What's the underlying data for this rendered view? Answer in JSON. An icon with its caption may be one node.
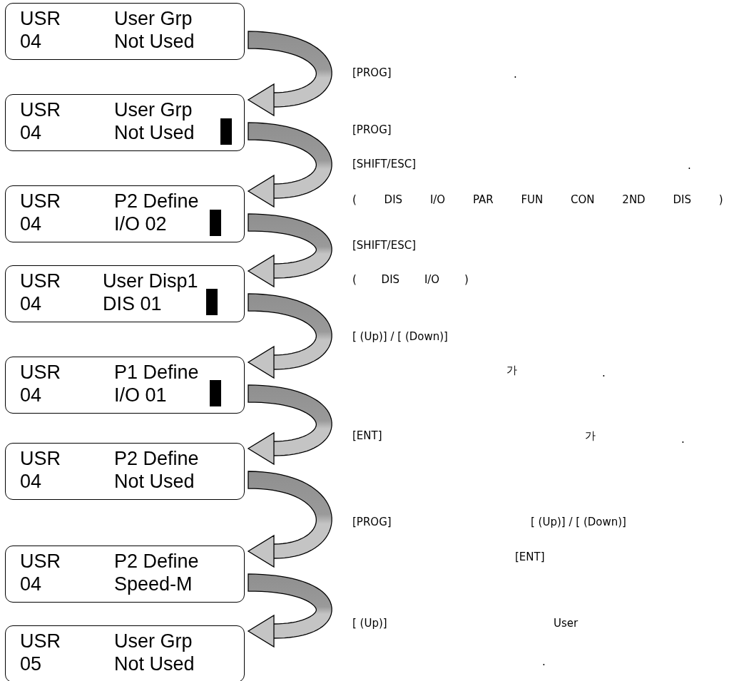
{
  "diagram": {
    "nodes": [
      {
        "text": [
          "USR",
          "User Grp",
          "04",
          "Not Used"
        ]
      },
      {
        "text": [
          "USR",
          "User Grp",
          "04",
          "Not Used"
        ]
      },
      {
        "text": [
          "USR",
          "P2 Define",
          "04",
          "I/O 02"
        ]
      },
      {
        "text": [
          "USR",
          "User Disp1",
          "04",
          "DIS 01"
        ]
      },
      {
        "text": [
          "USR",
          "P1 Define",
          "04",
          "I/O 01"
        ]
      },
      {
        "text": [
          "USR",
          "P2 Define",
          "04",
          "Not Used"
        ]
      },
      {
        "text": [
          "USR",
          "P2 Define",
          "04",
          "Speed-M"
        ]
      },
      {
        "text": [
          "USR",
          "User Grp",
          "05",
          "Not Used"
        ]
      }
    ],
    "edges": [
      {
        "from": 0,
        "to": 1,
        "arrow": "to"
      },
      {
        "from": 1,
        "to": 2,
        "arrow": "to"
      },
      {
        "from": 2,
        "to": 3,
        "arrow": "to"
      },
      {
        "from": 3,
        "to": 4,
        "arrow": "to"
      },
      {
        "from": 4,
        "to": 5,
        "arrow": "to"
      },
      {
        "from": 5,
        "to": 6,
        "arrow": "to"
      },
      {
        "from": 6,
        "to": 7,
        "arrow": "to"
      }
    ],
    "labels": [
      "[PROG]",
      ".",
      "[PROG]",
      "[SHIFT/ESC]",
      ".",
      "( DIS I/O PAR FUN CON 2ND DIS )",
      "[SHIFT/ESC]",
      "( DIS I/O )",
      "[ (Up)] / [ (Down)]",
      "가",
      ".",
      "[ENT]",
      "가",
      ".",
      "[PROG]",
      "[ (Up)] / [ (Down)]",
      "[ENT]",
      "[ (Up)]",
      "User",
      "."
    ]
  }
}
